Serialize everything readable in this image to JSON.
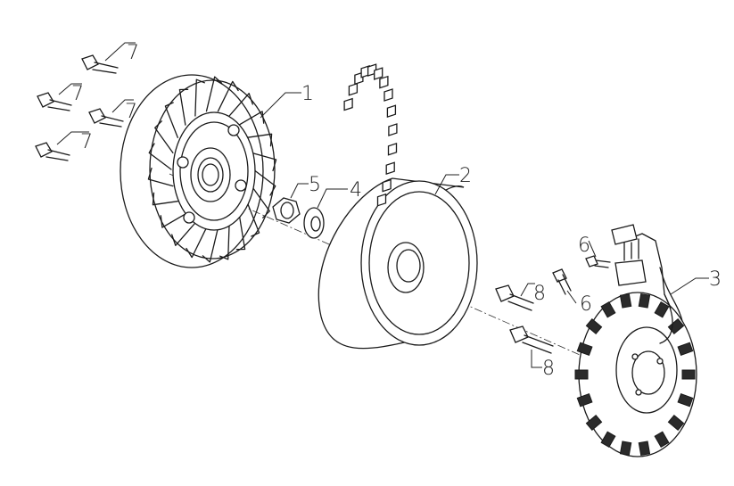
{
  "callouts": {
    "flywheel_fan": "1",
    "rotor": "2",
    "stator": "3",
    "washer": "4",
    "nut": "5",
    "bolt_6_upper": "6",
    "bolt_6_lower": "6",
    "bolt_7_a": "7",
    "bolt_7_b": "7",
    "bolt_7_c": "7",
    "bolt_7_d": "7",
    "bolt_8_upper": "8",
    "bolt_8_lower": "8"
  }
}
